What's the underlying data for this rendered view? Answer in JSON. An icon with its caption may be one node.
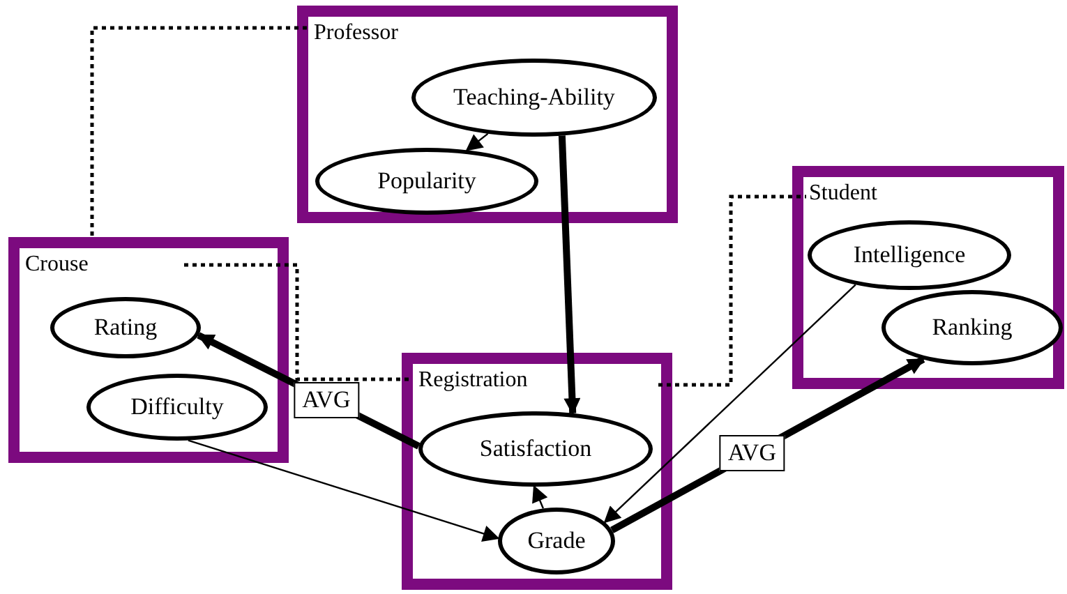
{
  "diagram": {
    "nodes": [
      {
        "text": [
          "Professor"
        ]
      },
      {
        "text": [
          "Teaching-Ability"
        ],
        "in": 0
      },
      {
        "text": [
          "Popularity"
        ],
        "in": 0
      },
      {
        "text": [
          "Crouse"
        ]
      },
      {
        "text": [
          "Rating"
        ],
        "in": 3
      },
      {
        "text": [
          "Difficulty"
        ],
        "in": 3
      },
      {
        "text": [
          "Registration"
        ]
      },
      {
        "text": [
          "Satisfaction"
        ],
        "in": 6
      },
      {
        "text": [
          "Grade"
        ],
        "in": 6
      },
      {
        "text": [
          "Student"
        ]
      },
      {
        "text": [
          "Intelligence"
        ],
        "in": 9
      },
      {
        "text": [
          "Ranking"
        ],
        "in": 9
      }
    ],
    "edges": [
      {
        "from": 1,
        "to": 2,
        "arrow": "to"
      },
      {
        "from": 1,
        "to": 7,
        "arrow": "to",
        "style": "thick"
      },
      {
        "from": 7,
        "to": 4,
        "arrow": "to",
        "label": "AVG",
        "style": "thick"
      },
      {
        "from": 5,
        "to": 8,
        "arrow": "to"
      },
      {
        "from": 8,
        "to": 7,
        "arrow": "to"
      },
      {
        "from": 10,
        "to": 8,
        "arrow": "to"
      },
      {
        "from": 8,
        "to": 11,
        "arrow": "to",
        "label": "AVG",
        "style": "thick"
      },
      {
        "from": 0,
        "to": 3,
        "arrow": "none",
        "style": "dashed"
      },
      {
        "from": 3,
        "to": 6,
        "arrow": "none",
        "style": "dashed"
      },
      {
        "from": 6,
        "to": 9,
        "arrow": "none",
        "style": "dashed"
      }
    ]
  }
}
